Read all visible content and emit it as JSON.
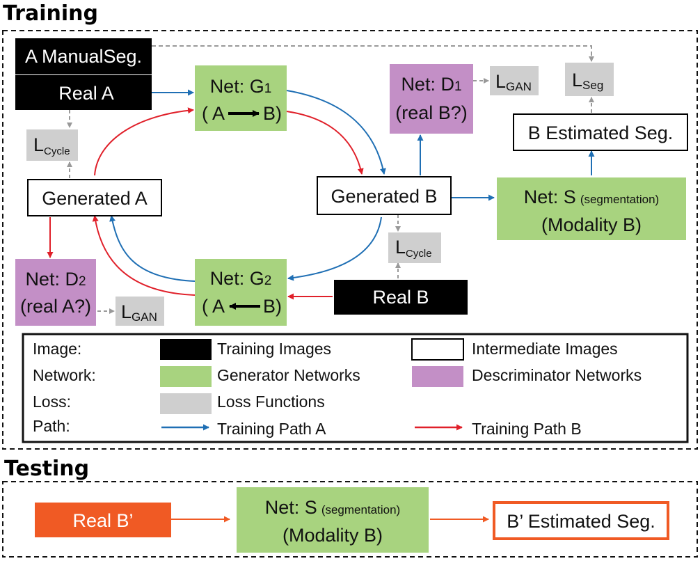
{
  "colors": {
    "training_image": "#000000",
    "intermediate_image": "#ffffff",
    "generator": "#a8d37f",
    "discriminator": "#c38fc6",
    "loss": "#cfcfcf",
    "path_a": "#1f6fb4",
    "path_b": "#e0202a",
    "testing_orange": "#f05a24",
    "dashed_gray": "#999999"
  },
  "sections": {
    "training": "Training",
    "testing": "Testing"
  },
  "nodes": {
    "a_manual_seg": "A ManualSeg.",
    "real_a": "Real A",
    "net_g1": {
      "line1_prefix": "Net: G",
      "line1_sub": "1",
      "line2_left": "( A",
      "line2_right": "B)"
    },
    "net_d1": {
      "line1_prefix": "Net: D",
      "line1_sub": "1",
      "line2": "(real B?)"
    },
    "l_gan_1": {
      "main": "L",
      "sub": "GAN"
    },
    "l_seg": {
      "main": "L",
      "sub": "Seg"
    },
    "b_estimated_seg": "B Estimated Seg.",
    "l_cycle_a": {
      "main": "L",
      "sub": "Cycle"
    },
    "generated_a": "Generated A",
    "generated_b": "Generated B",
    "net_s": {
      "line1": "Net: S",
      "line1_small": "(segmentation)",
      "line2": "(Modality B)"
    },
    "l_cycle_b": {
      "main": "L",
      "sub": "Cycle"
    },
    "net_d2": {
      "line1_prefix": "Net: D",
      "line1_sub": "2",
      "line2": "(real A?)"
    },
    "l_gan_2": {
      "main": "L",
      "sub": "GAN"
    },
    "net_g2": {
      "line1_prefix": "Net: G",
      "line1_sub": "2",
      "line2_left": "( A",
      "line2_right": "B)"
    },
    "real_b": "Real B"
  },
  "legend": {
    "rows": [
      {
        "label": "Image:",
        "item1": "Training Images",
        "item2": "Intermediate Images"
      },
      {
        "label": "Network:",
        "item1": "Generator Networks",
        "item2": "Descriminator Networks"
      },
      {
        "label": "Loss:",
        "item1": "Loss Functions"
      },
      {
        "label": "Path:",
        "item1": "Training Path A",
        "item2": "Training Path B"
      }
    ]
  },
  "testing": {
    "real_b_prime": "Real B’",
    "net_s": {
      "line1": "Net: S",
      "line1_small": "(segmentation)",
      "line2": "(Modality B)"
    },
    "b_prime_estimated_seg": "B’ Estimated Seg."
  }
}
